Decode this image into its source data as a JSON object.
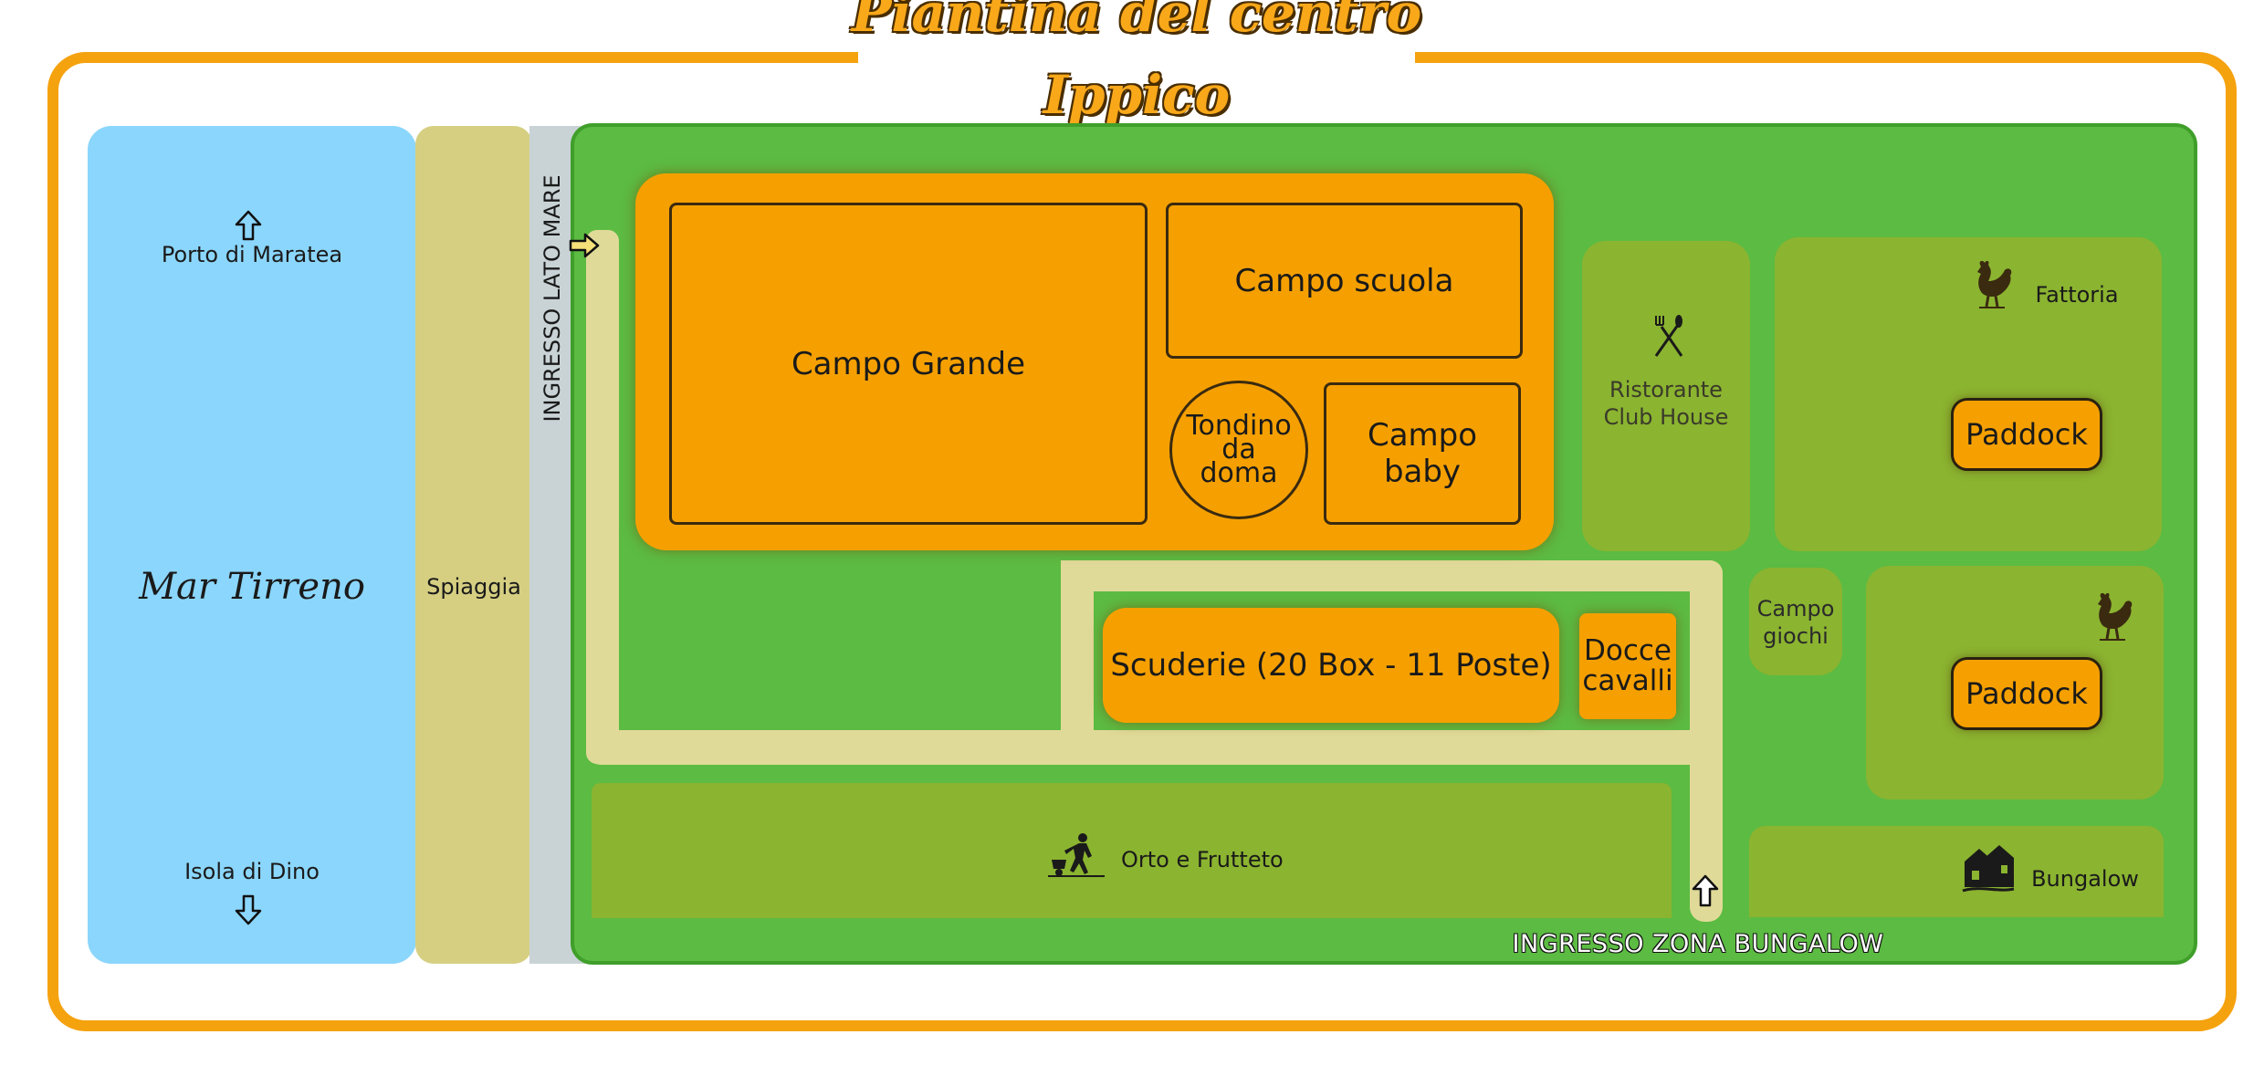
{
  "title": "Piantina del centro Ippico",
  "colors": {
    "frame": "#f5a20f",
    "sea": "#8bd6fc",
    "beach": "#d6cf82",
    "road": "#c9d3d6",
    "grass": "#5cbb42",
    "olive": "#8bb430",
    "path": "#e0da98",
    "orange": "#f5a000"
  },
  "sea": {
    "name": "Mar Tirreno",
    "north_label": "Porto di Maratea",
    "north_icon": "arrow-up-icon",
    "south_label": "Isola di Dino",
    "south_icon": "arrow-down-icon"
  },
  "beach": {
    "label": "Spiaggia"
  },
  "entrances": {
    "sea_side": "INGRESSO LATO MARE",
    "sea_side_icon": "arrow-right-icon",
    "bungalow": "INGRESSO ZONA BUNGALOW",
    "bungalow_icon": "arrow-up-icon"
  },
  "arenas": {
    "campo_grande": "Campo Grande",
    "campo_scuola": "Campo scuola",
    "tondino_lines": [
      "Tondino",
      "da",
      "doma"
    ],
    "campo_baby": "Campo baby"
  },
  "stables": {
    "scuderie": "Scuderie (20 Box - 11 Poste)",
    "docce_lines": [
      "Docce",
      "cavalli"
    ]
  },
  "areas": {
    "ristorante_lines": [
      "Ristorante",
      "Club House"
    ],
    "ristorante_icon": "fork-knife-icon",
    "fattoria": "Fattoria",
    "fattoria_icon": "rooster-icon",
    "paddock_top": "Paddock",
    "campo_giochi_lines": [
      "Campo",
      "giochi"
    ],
    "paddock_bottom": "Paddock",
    "paddock_bottom_icon": "rooster-icon",
    "orto": "Orto e Frutteto",
    "orto_icon": "gardener-icon",
    "bungalow": "Bungalow",
    "bungalow_icon": "houses-icon"
  }
}
